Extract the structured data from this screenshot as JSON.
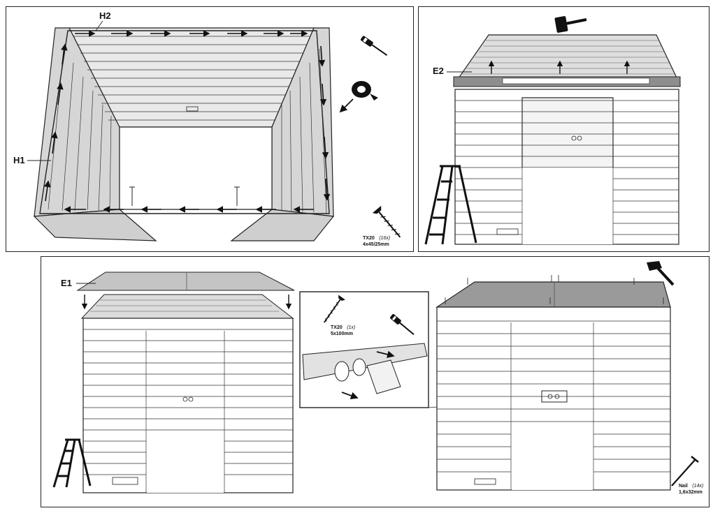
{
  "panel_top_left": {
    "labels": {
      "top_wall": "H2",
      "side_wall": "H1"
    },
    "screw": {
      "code": "TX20",
      "quantity": "(16x)",
      "size": "4x45/25mm"
    },
    "icons": [
      "screwdriver-icon",
      "tape-roll-icon",
      "screw-icon"
    ]
  },
  "panel_top_right": {
    "labels": {
      "roof_batten": "E2"
    },
    "icons": [
      "mallet-icon",
      "ladder-icon"
    ]
  },
  "panel_bottom": {
    "labels": {
      "roof_board": "E1"
    },
    "detail_screw": {
      "code": "TX20",
      "quantity": "(1x)",
      "size": "5x100mm"
    },
    "nail": {
      "code": "Nail",
      "quantity": "(14x)",
      "size": "1,6x32mm"
    },
    "icons": [
      "ladder-icon",
      "screw-icon",
      "screwdriver-icon",
      "hammer-icon",
      "nail-icon"
    ]
  },
  "colors": {
    "line": "#222222",
    "shade": "#b9b9b9",
    "roof": "#cfcfcf",
    "dark_roof": "#9a9a9a"
  }
}
